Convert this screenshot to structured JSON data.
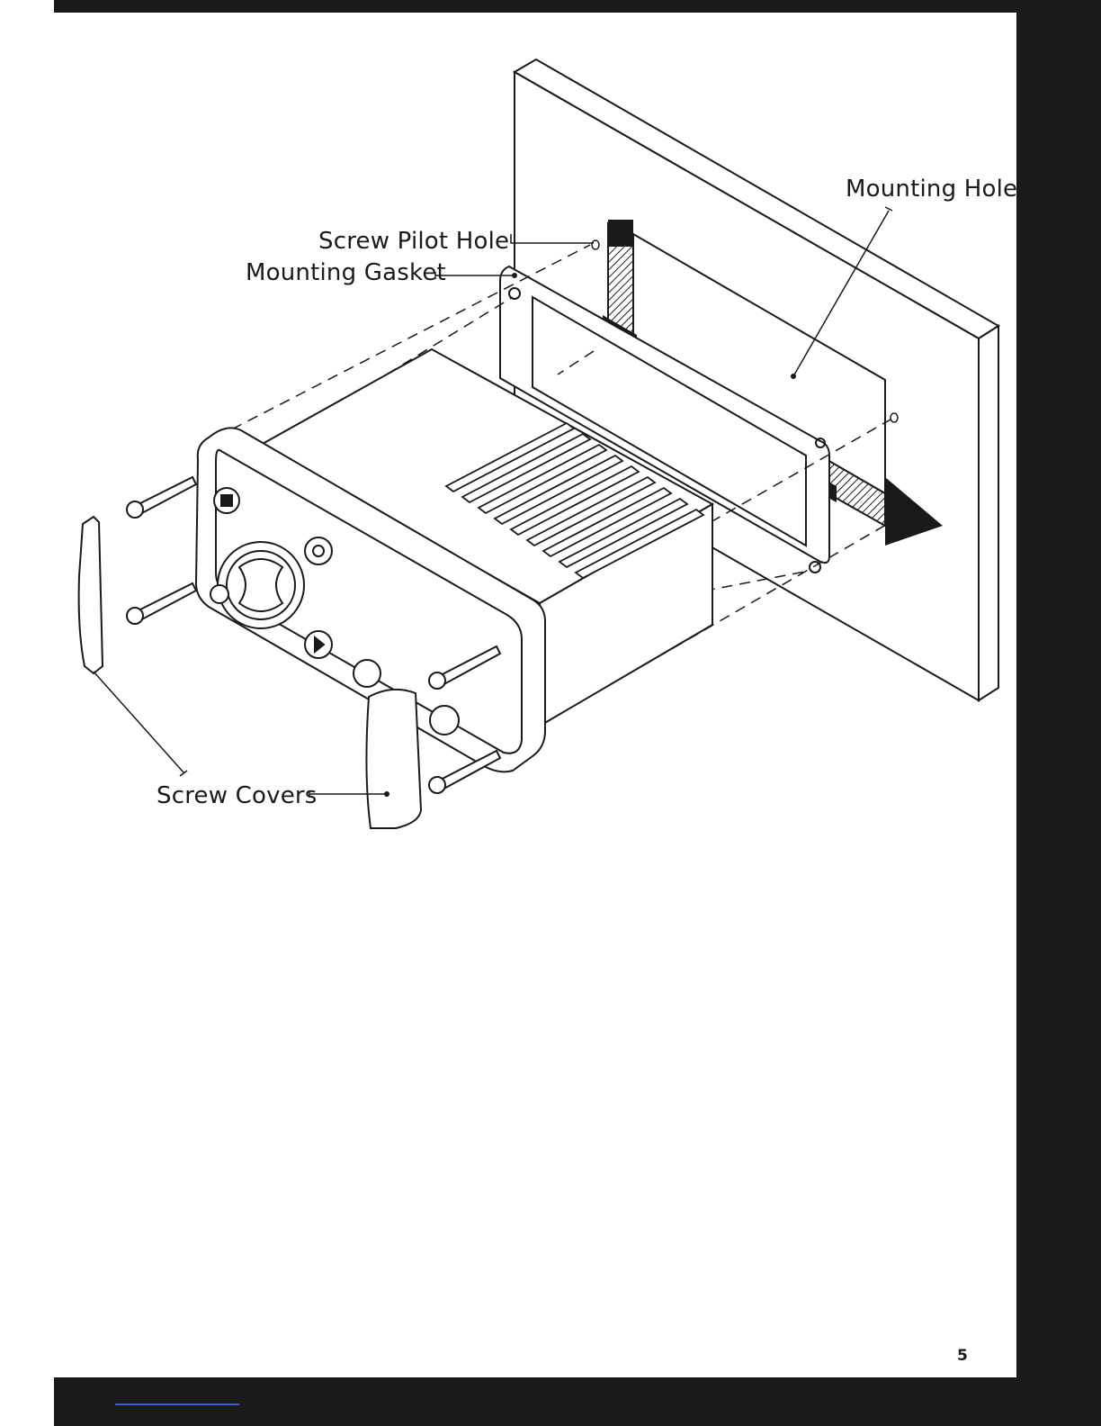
{
  "labels": {
    "mounting_hole": "Mounting Hole",
    "screw_pilot_hole": "Screw Pilot Hole",
    "mounting_gasket": "Mounting Gasket",
    "screw_covers": "Screw Covers"
  },
  "page_number": "5",
  "colors": {
    "frame": "#1a1a1a",
    "line": "#1a1a1a",
    "accent_line": "#3d5bd9"
  }
}
